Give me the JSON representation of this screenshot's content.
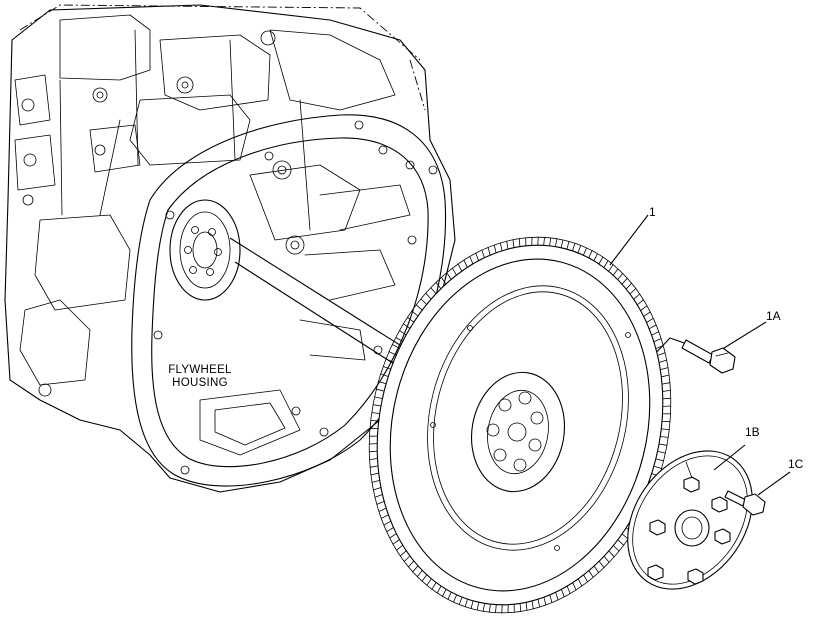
{
  "callouts": {
    "part_1": "1",
    "part_1a": "1A",
    "part_1b": "1B",
    "part_1c": "1C"
  },
  "housing_label": {
    "line1": "FLYWHEEL",
    "line2": "HOUSING"
  },
  "colors": {
    "ink": "#000000",
    "paper": "#ffffff"
  }
}
